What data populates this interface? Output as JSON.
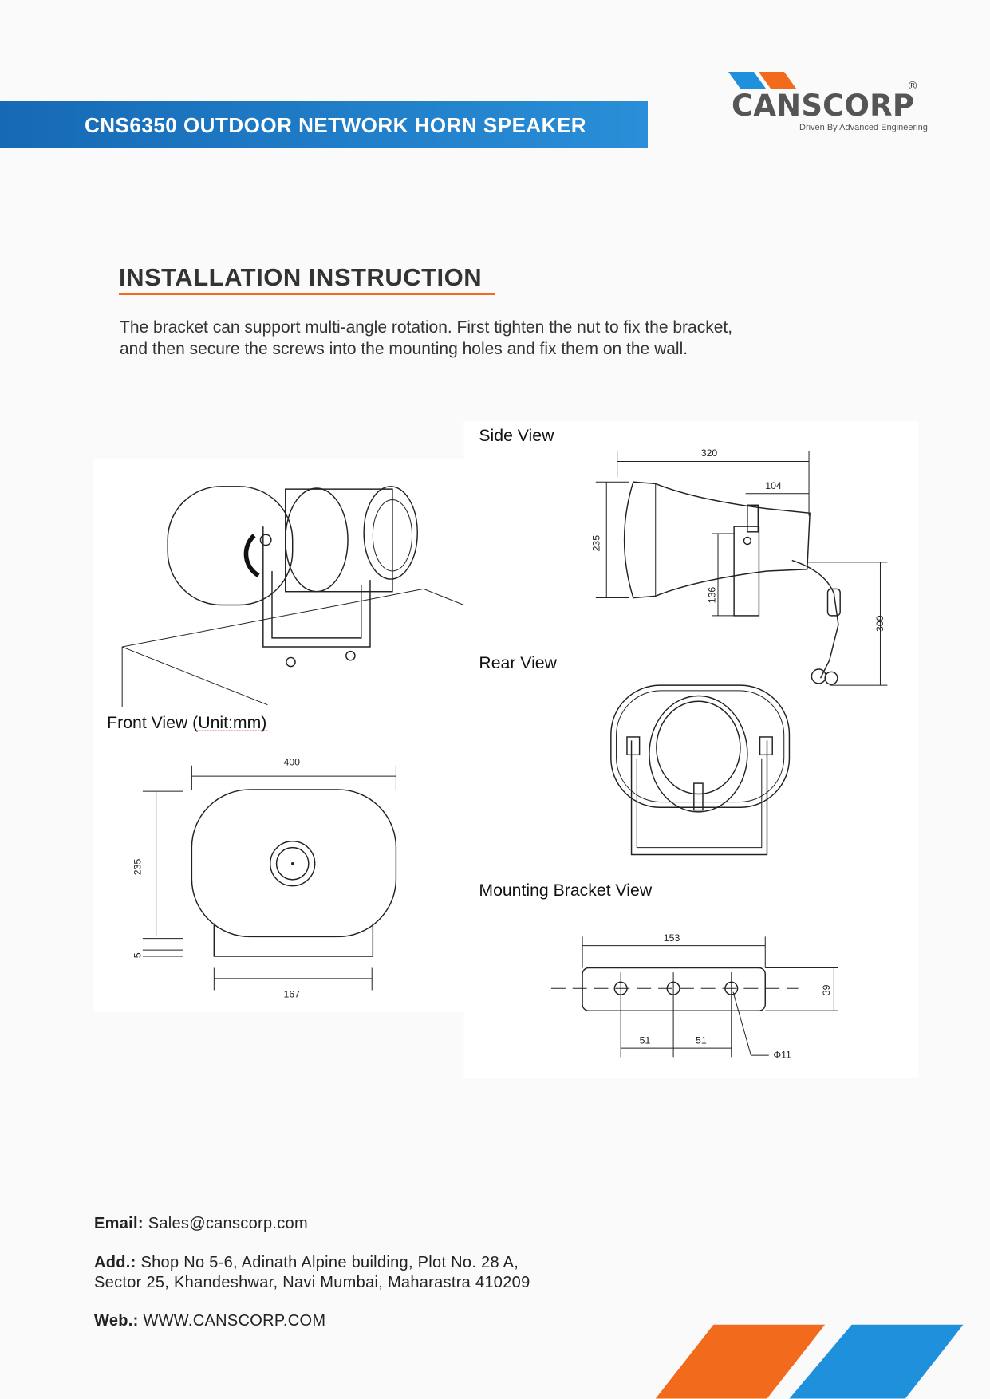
{
  "header": {
    "title": "CNS6350 OUTDOOR NETWORK HORN SPEAKER"
  },
  "logo": {
    "name": "CANSCORP",
    "tagline": "Driven By Advanced Engineering",
    "registered": "®"
  },
  "section": {
    "title": "INSTALLATION INSTRUCTION",
    "paragraph_lines": [
      "The bracket can support multi-angle rotation. First tighten the nut to fix the bracket,",
      "and then secure the screws into the mounting holes and fix them on the wall."
    ]
  },
  "drawings": {
    "front_view_label": "Front View (Unit:mm)",
    "side_view_label": "Side View",
    "rear_view_label": "Rear View",
    "bracket_view_label": "Mounting Bracket View",
    "front_dims": {
      "width": "400",
      "height": "235",
      "gap": "5",
      "bracket": "167"
    },
    "side_dims": {
      "length": "320",
      "rear": "104",
      "height": "235",
      "bracket": "136",
      "cable": "300"
    },
    "bracket_dims": {
      "length": "153",
      "height": "39",
      "spacing1": "51",
      "spacing2": "51",
      "hole": "Φ11"
    }
  },
  "footer": {
    "email_label": "Email:",
    "email": "Sales@canscorp.com",
    "address_label": "Add.:",
    "address_line1": "Shop No 5-6, Adinath Alpine building, Plot No. 28 A,",
    "address_line2": "Sector 25, Khandeshwar, Navi Mumbai, Maharastra 410209",
    "web_label": "Web.:",
    "web": "WWW.CANSCORP.COM"
  },
  "colors": {
    "brand_blue": "#1e88d6",
    "brand_orange": "#f26a1b",
    "logo_gray": "#555555"
  }
}
